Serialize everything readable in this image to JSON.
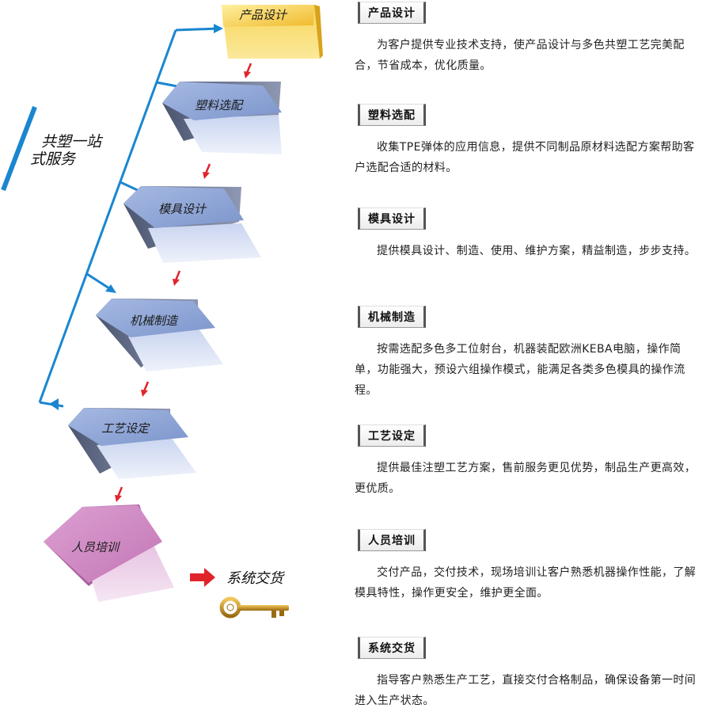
{
  "side_title": [
    "共塑一站",
    "式服务"
  ],
  "steps": [
    {
      "label": "产品设计",
      "heading": "产品设计",
      "desc": "为客户提供专业技术支持，使产品设计与多色共塑工艺完美配合，节省成本，优化质量。"
    },
    {
      "label": "塑料选配",
      "heading": "塑料选配",
      "desc": "收集TPE弹体的应用信息，提供不同制品原材料选配方案帮助客户选配合适的材料。"
    },
    {
      "label": "模具设计",
      "heading": "模具设计",
      "desc": "提供模具设计、制造、使用、维护方案，精益制造，步步支持。"
    },
    {
      "label": "机械制造",
      "heading": "机械制造",
      "desc": "按需选配多色多工位射台，机器装配欧洲KEBA电脑，操作简单，功能强大，预设六组操作模式，能满足各类多色模具的操作流程。"
    },
    {
      "label": "工艺设定",
      "heading": "工艺设定",
      "desc": "提供最佳注塑工艺方案，售前服务更见优势，制品生产更高效，更优质。"
    },
    {
      "label": "人员培训",
      "heading": "人员培训",
      "desc": "交付产品，交付技术，现场培训让客户熟悉机器操作性能，了解模具特性，操作更安全，维护更全面。"
    },
    {
      "label": "系统交货",
      "heading": "系统交货",
      "desc": "指导客户熟悉生产工艺，直接交付合格制品，确保设备第一时间进入生产状态。"
    }
  ],
  "colors": {
    "line": "#1a86d0",
    "arrow": "#e0242c",
    "box_yellow": "#f5c53a",
    "box_blue": "#8ea6d6",
    "box_pink": "#cf86c2"
  },
  "icons": {
    "delivery_arrow": "arrow-right-icon",
    "key": "key-icon"
  }
}
